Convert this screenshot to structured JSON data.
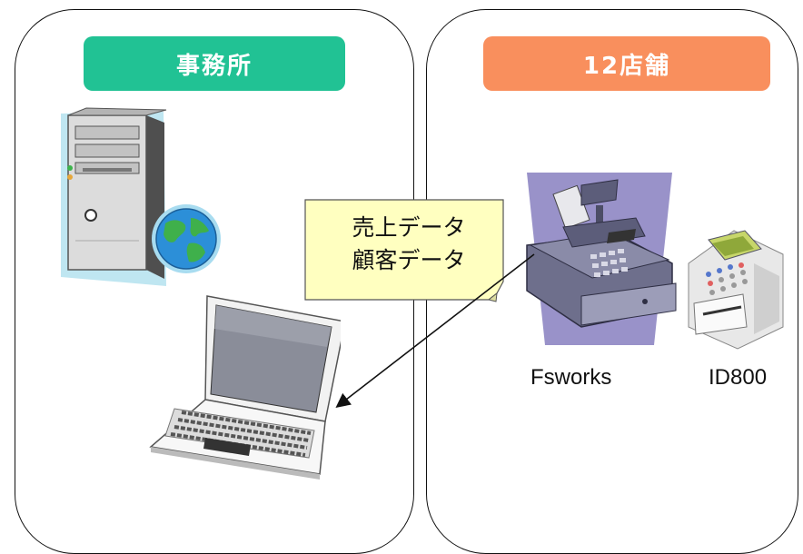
{
  "office": {
    "title": "事務所",
    "color": "#21c294"
  },
  "stores": {
    "title": "12店舗",
    "color": "#f98f5d"
  },
  "callout": {
    "line1": "売上データ",
    "line2": "顧客データ",
    "fill": "#ffffc0"
  },
  "devices": {
    "register_label": "Fsworks",
    "terminal_label": "ID800"
  },
  "icons": [
    "server-tower-icon",
    "globe-icon",
    "laptop-icon",
    "cash-register-icon",
    "payment-terminal-icon"
  ]
}
